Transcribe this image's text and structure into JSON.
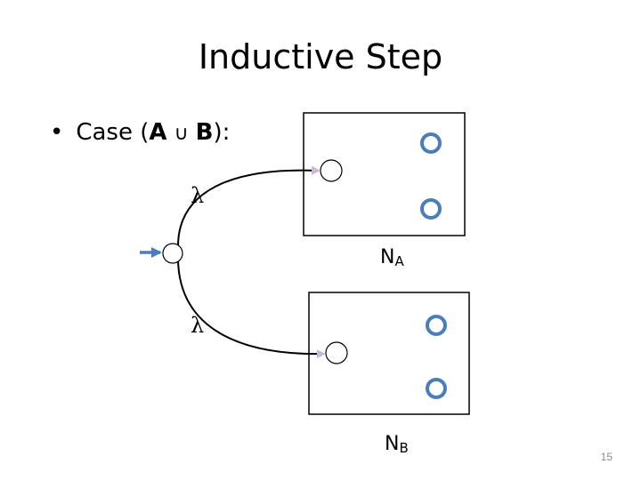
{
  "slide": {
    "title": "Inductive Step",
    "bullet": {
      "marker": "•",
      "prefix": "Case (",
      "left_operand": "A",
      "operator": "∪",
      "right_operand": "B",
      "suffix": "):"
    },
    "page_number": "15"
  },
  "diagram": {
    "upper_edge_label": "λ",
    "lower_edge_label": "λ",
    "box_a_label": {
      "base": "N",
      "sub": "A"
    },
    "box_b_label": {
      "base": "N",
      "sub": "B"
    },
    "colors": {
      "accept_state": "#4a7ebb",
      "start_arrow": "#4a7ebb",
      "arrowhead": "#c9b8d8",
      "stroke": "#000000"
    }
  }
}
